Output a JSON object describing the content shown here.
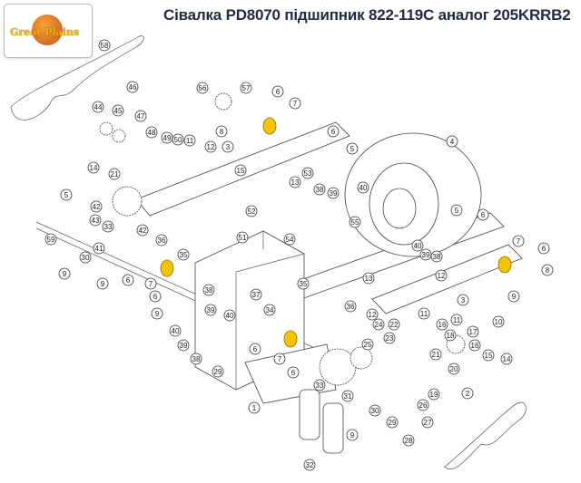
{
  "title": "Сівалка PD8070 підшипник 822-119C аналог 205KRRB2",
  "logo": {
    "text": "Great Plains",
    "icon": "great-plains-logo"
  },
  "highlight_color": "#f5c400",
  "callouts": [
    "58",
    "46",
    "44",
    "45",
    "47",
    "48",
    "49",
    "50",
    "11",
    "14",
    "21",
    "56",
    "57",
    "6",
    "7",
    "8",
    "12",
    "3",
    "6",
    "5",
    "15",
    "13",
    "53",
    "38",
    "39",
    "40",
    "52",
    "5",
    "42",
    "43",
    "42",
    "33",
    "41",
    "59",
    "30",
    "9",
    "9",
    "36",
    "35",
    "51",
    "55",
    "54",
    "6",
    "7",
    "6",
    "9",
    "4",
    "40",
    "39",
    "38",
    "5",
    "6",
    "7",
    "6",
    "8",
    "12",
    "3",
    "9",
    "10",
    "13",
    "38",
    "39",
    "40",
    "37",
    "35",
    "34",
    "36",
    "40",
    "39",
    "38",
    "6",
    "7",
    "6",
    "29",
    "12",
    "24",
    "11",
    "22",
    "23",
    "25",
    "11",
    "16",
    "18",
    "17",
    "16",
    "15",
    "14",
    "21",
    "20",
    "19",
    "33",
    "31",
    "1",
    "30",
    "26",
    "29",
    "27",
    "9",
    "28",
    "32",
    "2"
  ]
}
